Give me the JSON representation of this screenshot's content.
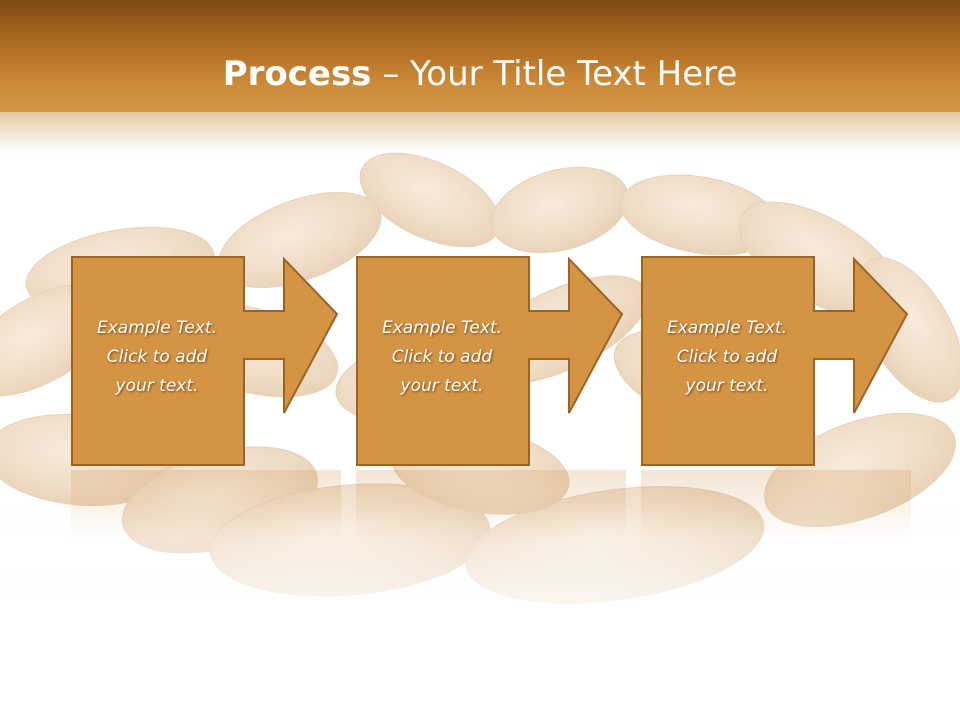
{
  "slide": {
    "title_bold": "Process",
    "title_rest": " – Your Title Text Here"
  },
  "steps": [
    {
      "line1": "Example Text.",
      "line2": "Click  to add",
      "line3": "your text."
    },
    {
      "line1": "Example Text.",
      "line2": "Click  to add",
      "line3": "your text."
    },
    {
      "line1": "Example Text.",
      "line2": "Click  to add",
      "line3": "your text."
    }
  ],
  "colors": {
    "header_dark": "#7e4a14",
    "header_light": "#d5964a",
    "box_fill": "#d49444",
    "box_border": "#9c6424",
    "almond": "#e7c9a3"
  },
  "icons": [
    "arrow-right-icon"
  ]
}
